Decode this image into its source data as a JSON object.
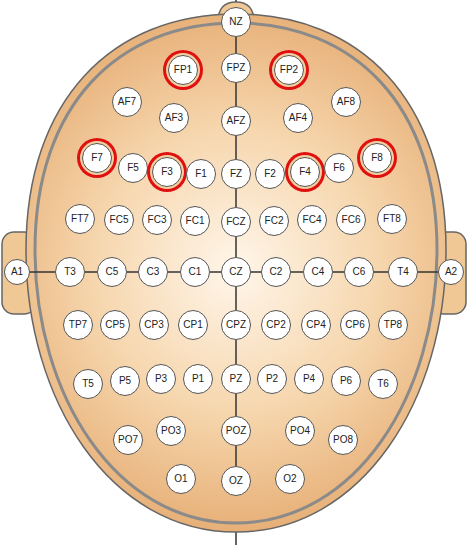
{
  "diagram": {
    "nodes": [
      {
        "text": [
          "NZ"
        ]
      },
      {
        "text": [
          "FP1"
        ]
      },
      {
        "text": [
          "FPZ"
        ]
      },
      {
        "text": [
          "FP2"
        ]
      },
      {
        "text": [
          "AF7"
        ]
      },
      {
        "text": [
          "AF3"
        ]
      },
      {
        "text": [
          "AFZ"
        ]
      },
      {
        "text": [
          "AF4"
        ]
      },
      {
        "text": [
          "AF8"
        ]
      },
      {
        "text": [
          "F7"
        ]
      },
      {
        "text": [
          "F5"
        ]
      },
      {
        "text": [
          "F3"
        ]
      },
      {
        "text": [
          "F1"
        ]
      },
      {
        "text": [
          "FZ"
        ]
      },
      {
        "text": [
          "F2"
        ]
      },
      {
        "text": [
          "F4"
        ]
      },
      {
        "text": [
          "F6"
        ]
      },
      {
        "text": [
          "F8"
        ]
      },
      {
        "text": [
          "FT7"
        ]
      },
      {
        "text": [
          "FC5"
        ]
      },
      {
        "text": [
          "FC3"
        ]
      },
      {
        "text": [
          "FC1"
        ]
      },
      {
        "text": [
          "FCZ"
        ]
      },
      {
        "text": [
          "FC2"
        ]
      },
      {
        "text": [
          "FC4"
        ]
      },
      {
        "text": [
          "FC6"
        ]
      },
      {
        "text": [
          "FT8"
        ]
      },
      {
        "text": [
          "A1"
        ]
      },
      {
        "text": [
          "T3"
        ]
      },
      {
        "text": [
          "C5"
        ]
      },
      {
        "text": [
          "C3"
        ]
      },
      {
        "text": [
          "C1"
        ]
      },
      {
        "text": [
          "CZ"
        ]
      },
      {
        "text": [
          "C2"
        ]
      },
      {
        "text": [
          "C4"
        ]
      },
      {
        "text": [
          "C6"
        ]
      },
      {
        "text": [
          "T4"
        ]
      },
      {
        "text": [
          "A2"
        ]
      },
      {
        "text": [
          "TP7"
        ]
      },
      {
        "text": [
          "CP5"
        ]
      },
      {
        "text": [
          "CP3"
        ]
      },
      {
        "text": [
          "CP1"
        ]
      },
      {
        "text": [
          "CPZ"
        ]
      },
      {
        "text": [
          "CP2"
        ]
      },
      {
        "text": [
          "CP4"
        ]
      },
      {
        "text": [
          "CP6"
        ]
      },
      {
        "text": [
          "TP8"
        ]
      },
      {
        "text": [
          "T5"
        ]
      },
      {
        "text": [
          "P5"
        ]
      },
      {
        "text": [
          "P3"
        ]
      },
      {
        "text": [
          "P1"
        ]
      },
      {
        "text": [
          "PZ"
        ]
      },
      {
        "text": [
          "P2"
        ]
      },
      {
        "text": [
          "P4"
        ]
      },
      {
        "text": [
          "P6"
        ]
      },
      {
        "text": [
          "T6"
        ]
      },
      {
        "text": [
          "PO7"
        ]
      },
      {
        "text": [
          "PO3"
        ]
      },
      {
        "text": [
          "POZ"
        ]
      },
      {
        "text": [
          "PO4"
        ]
      },
      {
        "text": [
          "PO8"
        ]
      },
      {
        "text": [
          "O1"
        ]
      },
      {
        "text": [
          "OZ"
        ]
      },
      {
        "text": [
          "O2"
        ]
      }
    ],
    "edges": [
      {
        "from": 0,
        "to": 2,
        "arrow": "none"
      },
      {
        "from": 2,
        "to": 6,
        "arrow": "none"
      },
      {
        "from": 6,
        "to": 13,
        "arrow": "none"
      },
      {
        "from": 13,
        "to": 22,
        "arrow": "none"
      },
      {
        "from": 22,
        "to": 32,
        "arrow": "none"
      },
      {
        "from": 32,
        "to": 42,
        "arrow": "none"
      },
      {
        "from": 42,
        "to": 51,
        "arrow": "none"
      },
      {
        "from": 51,
        "to": 58,
        "arrow": "none"
      },
      {
        "from": 58,
        "to": 62,
        "arrow": "none"
      },
      {
        "from": 27,
        "to": 28,
        "arrow": "none"
      },
      {
        "from": 28,
        "to": 29,
        "arrow": "none"
      },
      {
        "from": 29,
        "to": 30,
        "arrow": "none"
      },
      {
        "from": 30,
        "to": 31,
        "arrow": "none"
      },
      {
        "from": 31,
        "to": 32,
        "arrow": "none"
      },
      {
        "from": 32,
        "to": 33,
        "arrow": "none"
      },
      {
        "from": 33,
        "to": 34,
        "arrow": "none"
      },
      {
        "from": 34,
        "to": 35,
        "arrow": "none"
      },
      {
        "from": 35,
        "to": 36,
        "arrow": "none"
      },
      {
        "from": 36,
        "to": 37,
        "arrow": "none"
      }
    ]
  }
}
